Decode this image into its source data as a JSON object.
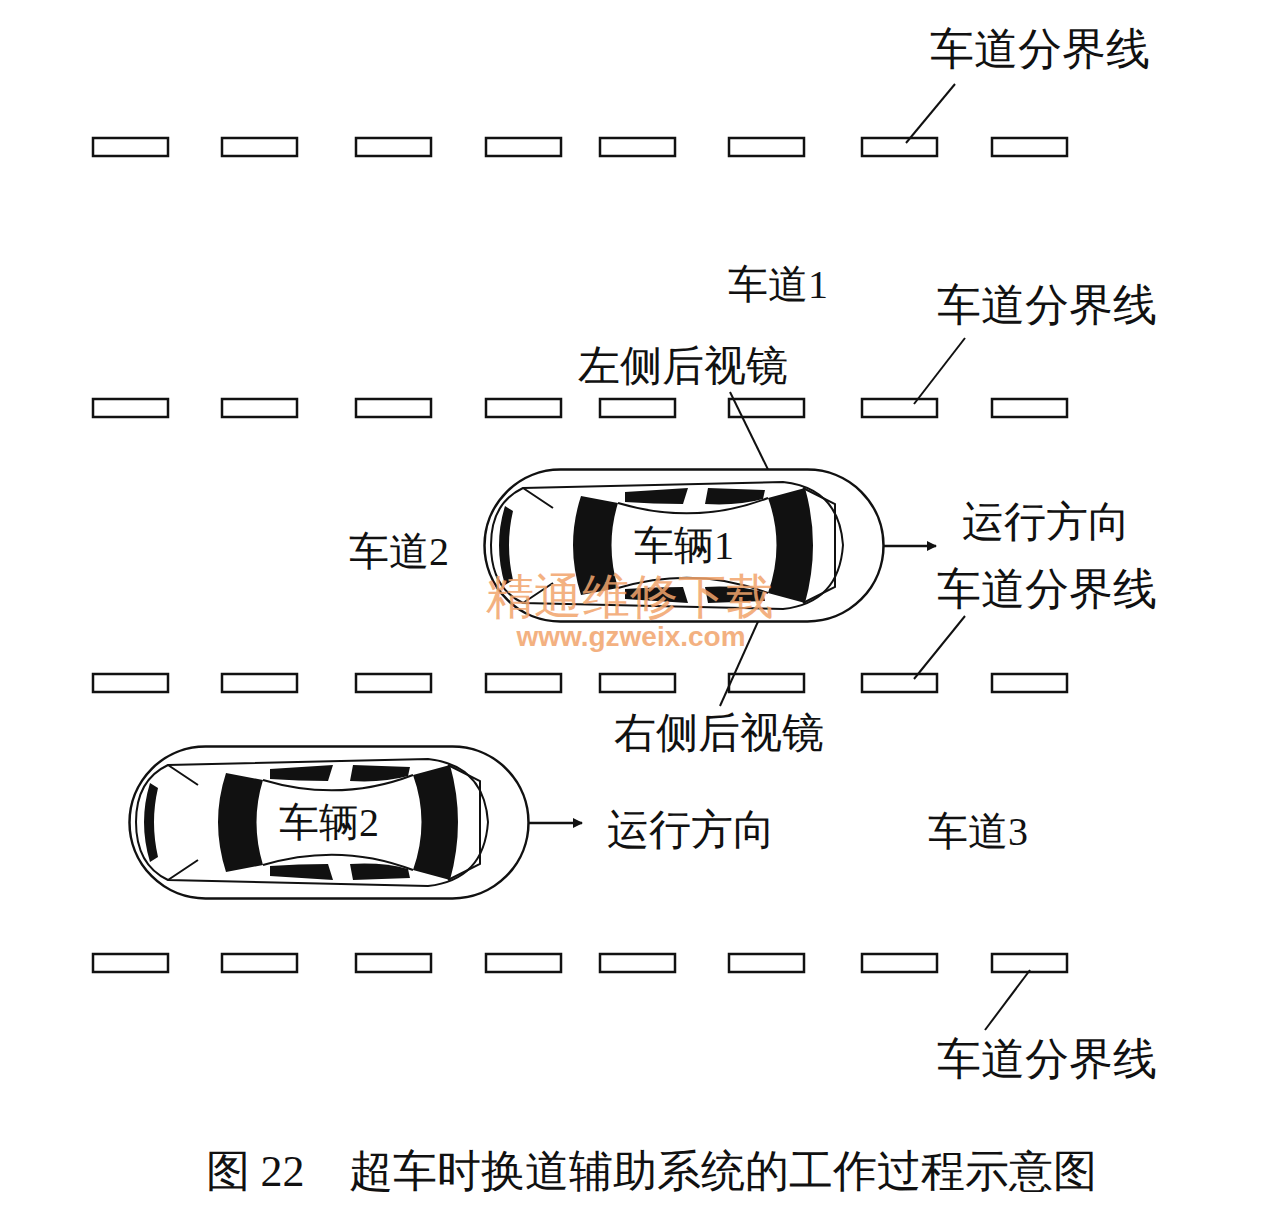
{
  "diagram": {
    "caption": "图 22　超车时换道辅助系统的工作过程示意图",
    "nodes": [
      {
        "text": [
          "车辆1"
        ]
      },
      {
        "text": [
          "车辆2"
        ]
      }
    ],
    "labels": [
      "车道分界线",
      "车道1",
      "车道分界线",
      "左侧后视镜",
      "车道2",
      "运行方向",
      "车道分界线",
      "精通维修下载",
      "www.gzweix.com",
      "右侧后视镜",
      "运行方向",
      "车道3",
      "车道分界线"
    ]
  }
}
